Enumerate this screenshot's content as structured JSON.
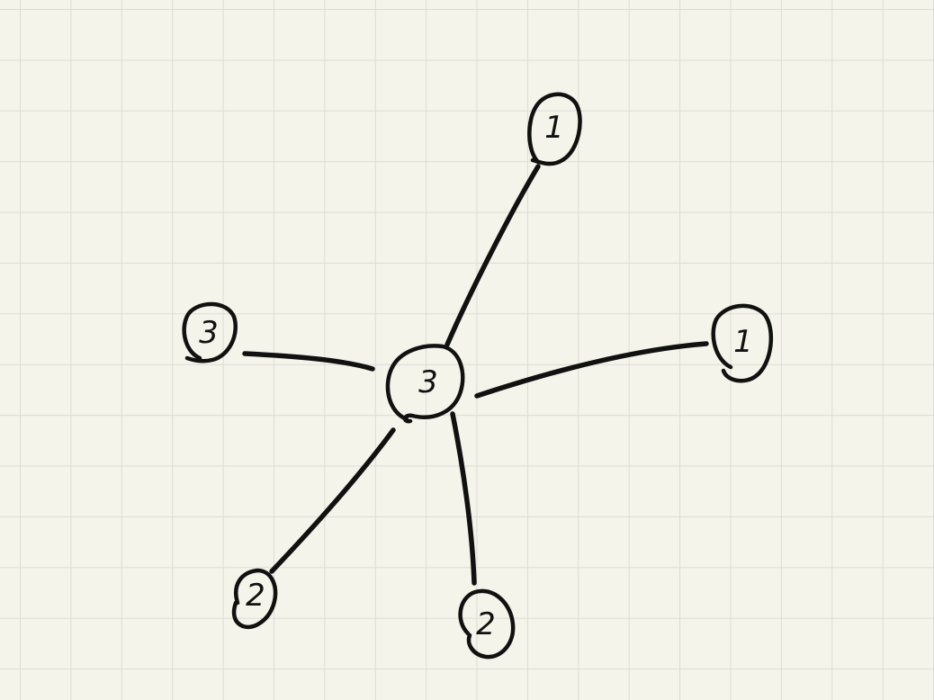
{
  "graph": {
    "nodes": [
      {
        "id": "center",
        "label": "3"
      },
      {
        "id": "top-right",
        "label": "1"
      },
      {
        "id": "right",
        "label": "1"
      },
      {
        "id": "left",
        "label": "3"
      },
      {
        "id": "bottom-left",
        "label": "2"
      },
      {
        "id": "bottom",
        "label": "2"
      }
    ],
    "edges": [
      {
        "from": "center",
        "to": "top-right"
      },
      {
        "from": "center",
        "to": "right"
      },
      {
        "from": "center",
        "to": "left"
      },
      {
        "from": "center",
        "to": "bottom-left"
      },
      {
        "from": "center",
        "to": "bottom"
      }
    ]
  },
  "colors": {
    "background": "#f5f4ea",
    "grid": "#dcdcd6",
    "ink": "#111111"
  }
}
